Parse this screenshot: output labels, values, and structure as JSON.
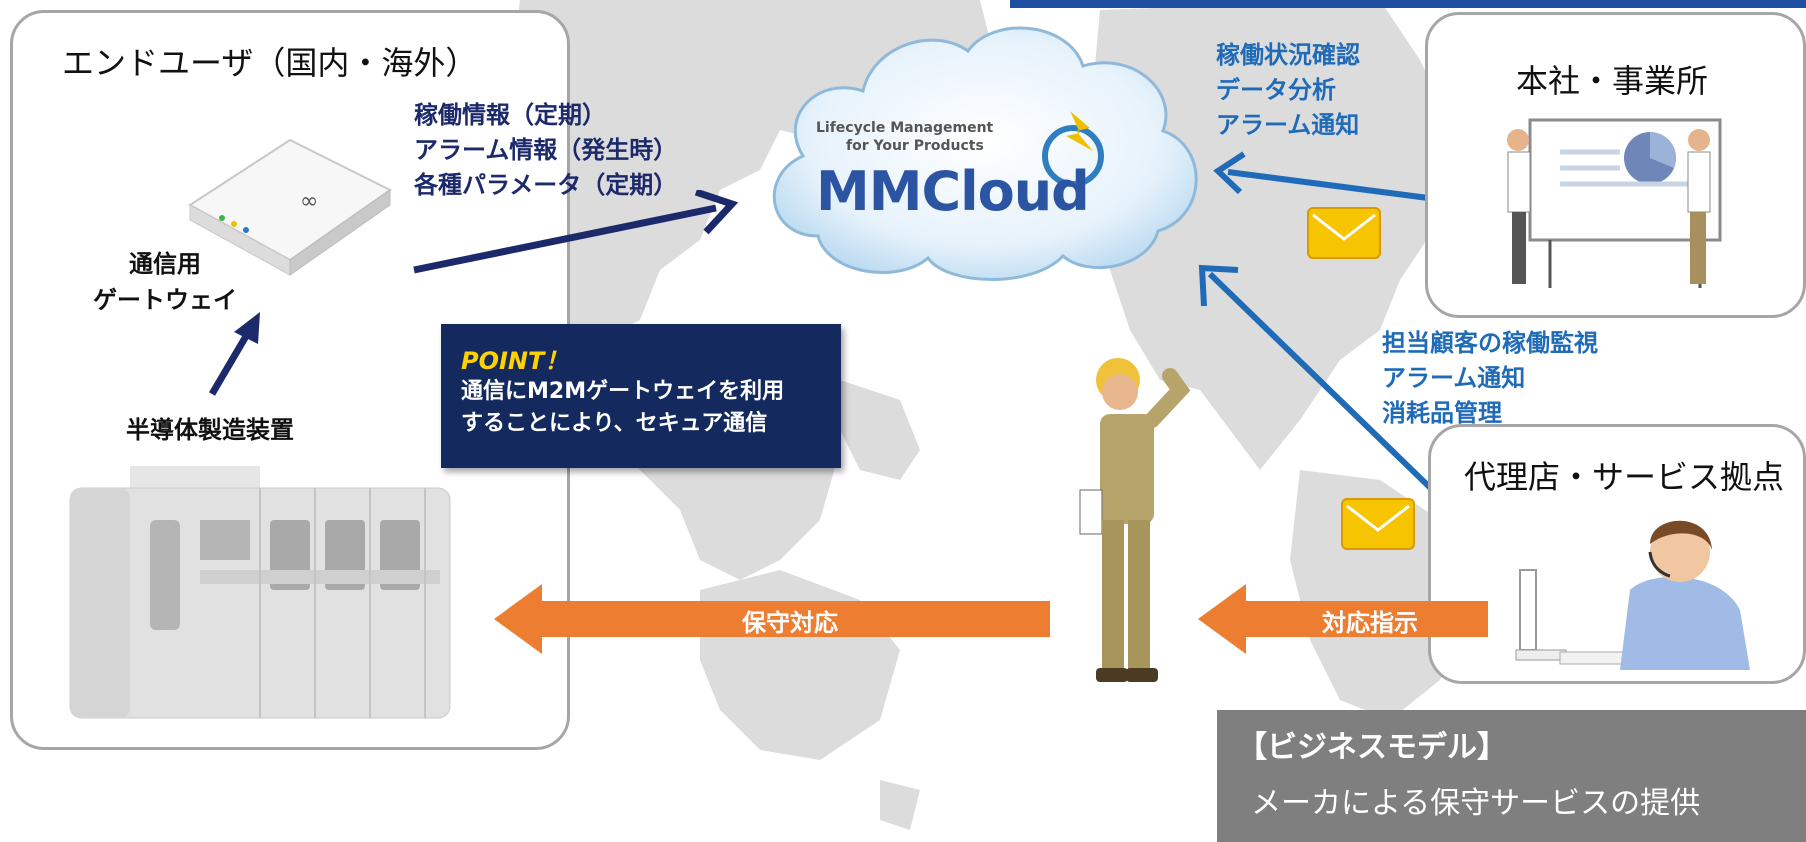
{
  "end_user_panel": {
    "title": "エンドユーザ（国内・海外）",
    "gateway_label": [
      "通信用",
      "ゲートウェイ"
    ],
    "equipment_label": "半導体製造装置"
  },
  "uplink_info": [
    "稼働情報（定期）",
    "アラーム情報（発生時）",
    "各種パラメータ（定期）"
  ],
  "cloud": {
    "tagline_1": "Lifecycle Management",
    "tagline_2": "for Your Products",
    "brand": "MMCloud"
  },
  "point_box": {
    "title": "POINT！",
    "lines": [
      "通信にM2Mゲートウェイを利用",
      "することにより、セキュア通信"
    ]
  },
  "hq_info": [
    "稼働状況確認",
    "データ分析",
    "アラーム通知"
  ],
  "hq_panel": {
    "title": "本社・事業所"
  },
  "agent_info": [
    "担当顧客の稼働監視",
    "アラーム通知",
    "消耗品管理"
  ],
  "agent_panel": {
    "title": "代理店・サービス拠点"
  },
  "arrows": {
    "maintenance": "保守対応",
    "instruction": "対応指示"
  },
  "business_model": {
    "title": "【ビジネスモデル】",
    "body": "メーカによる保守サービスの提供"
  },
  "colors": {
    "accent_blue": "#1f6bb8",
    "navy": "#1c2a6b",
    "orange": "#ed7d31",
    "point_bg": "#142a5e",
    "point_title": "#ffd200"
  }
}
